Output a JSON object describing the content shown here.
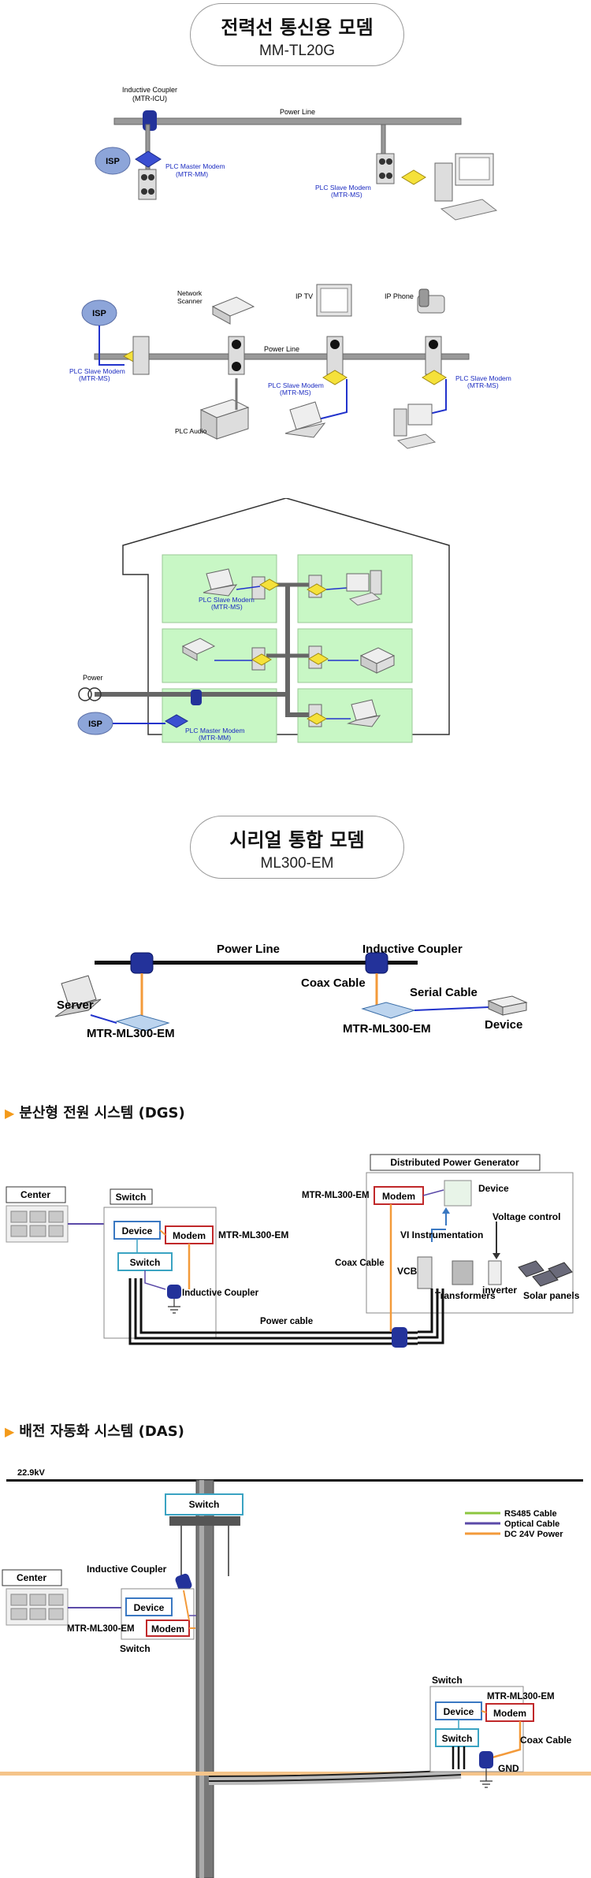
{
  "section1": {
    "title": "전력선 통신용 모뎀",
    "model": "MM-TL20G"
  },
  "diagram1": {
    "coupler_label": "Inductive Coupler",
    "coupler_model": "(MTR-ICU)",
    "power_line": "Power Line",
    "isp": "ISP",
    "master_modem": "PLC Master Modem",
    "master_model": "(MTR-MM)",
    "slave_modem": "PLC Slave Modem",
    "slave_model": "(MTR-MS)"
  },
  "diagram2": {
    "isp": "ISP",
    "network_scanner_1": "Network",
    "network_scanner_2": "Scanner",
    "ip_tv": "IP TV",
    "ip_phone": "IP Phone",
    "power_line": "Power Line",
    "slave_modem": "PLC Slave Modem",
    "slave_model": "(MTR-MS)",
    "plc_audio": "PLC Audio"
  },
  "diagram3": {
    "slave_modem": "PLC Slave Modem",
    "slave_model": "(MTR-MS)",
    "power": "Power",
    "isp": "ISP",
    "master_modem": "PLC Master Modem",
    "master_model": "(MTR-MM)"
  },
  "section2": {
    "title": "시리얼 통합 모뎀",
    "model": "ML300-EM"
  },
  "diagram4": {
    "power_line": "Power Line",
    "inductive_coupler": "Inductive Coupler",
    "server": "Server",
    "coax_cable": "Coax Cable",
    "serial_cable": "Serial Cable",
    "modem_left": "MTR-ML300-EM",
    "modem_right": "MTR-ML300-EM",
    "device": "Device"
  },
  "section3": {
    "title": "분산형 전원 시스템 (DGS)"
  },
  "dgs": {
    "center": "Center",
    "switch_title": "Switch",
    "device": "Device",
    "modem": "Modem",
    "modem_model": "MTR-ML300-EM",
    "switch": "Switch",
    "inductive_coupler": "Inductive Coupler",
    "power_cable": "Power cable",
    "dpg_title": "Distributed Power Generator",
    "dpg_modem_model": "MTR-ML300-EM",
    "dpg_modem": "Modem",
    "dpg_device": "Device",
    "voltage_control": "Voltage control",
    "vi_instrumentation": "VI Instrumentation",
    "coax_cable": "Coax Cable",
    "vcb": "VCB",
    "inverter": "inverter",
    "transformers": "Transformers",
    "solar_panels": "Solar panels"
  },
  "section4": {
    "title": "배전 자동화 시스템 (DAS)"
  },
  "das": {
    "voltage": "22.9kV",
    "pole_switch": "Switch",
    "legend": [
      "RS485 Cable",
      "Optical Cable",
      "DC 24V  Power"
    ],
    "legend_colors": [
      "#8cc63f",
      "#5b4aa8",
      "#f39a3a"
    ],
    "center": "Center",
    "inductive_coupler": "Inductive Coupler",
    "device": "Device",
    "modem_model": "MTR-ML300-EM",
    "modem": "Modem",
    "switch_under": "Switch",
    "r_switch_title": "Switch",
    "r_modem_model": "MTR-ML300-EM",
    "r_device": "Device",
    "r_modem": "Modem",
    "r_switch": "Switch",
    "coax_cable": "Coax Cable",
    "gnd": "GND"
  }
}
